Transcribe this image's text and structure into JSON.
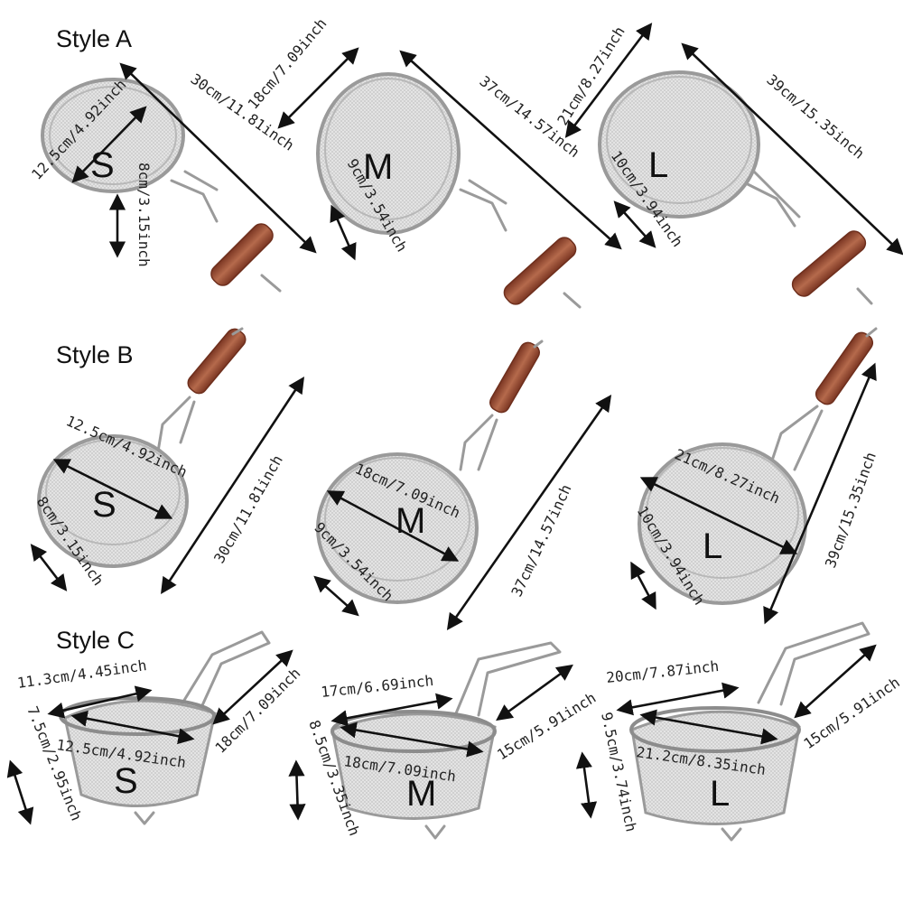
{
  "styles": [
    {
      "label": "Style A"
    },
    {
      "label": "Style B"
    },
    {
      "label": "Style C"
    }
  ],
  "sizes": {
    "small": "S",
    "medium": "M",
    "large": "L"
  },
  "style_a": {
    "small": {
      "diameter": "12.5cm/4.92inch",
      "depth": "8cm/3.15inch",
      "length": "30cm/11.81inch"
    },
    "medium": {
      "diameter": "18cm/7.09inch",
      "depth": "9cm/3.54inch",
      "length": "37cm/14.57inch"
    },
    "large": {
      "diameter": "21cm/8.27inch",
      "depth": "10cm/3.94inch",
      "length": "39cm/15.35inch"
    }
  },
  "style_b": {
    "small": {
      "diameter": "12.5cm/4.92inch",
      "depth": "8cm/3.15inch",
      "length": "30cm/11.81inch"
    },
    "medium": {
      "diameter": "18cm/7.09inch",
      "depth": "9cm/3.54inch",
      "length": "37cm/14.57inch"
    },
    "large": {
      "diameter": "21cm/8.27inch",
      "depth": "10cm/3.94inch",
      "length": "39cm/15.35inch"
    }
  },
  "style_c": {
    "small": {
      "top_width": "11.3cm/4.45inch",
      "diameter": "12.5cm/4.92inch",
      "depth": "7.5cm/2.95inch",
      "handle": "18cm/7.09inch"
    },
    "medium": {
      "top_width": "17cm/6.69inch",
      "diameter": "18cm/7.09inch",
      "depth": "8.5cm/3.35inch",
      "handle": "15cm/5.91inch"
    },
    "large": {
      "top_width": "20cm/7.87inch",
      "diameter": "21.2cm/8.35inch",
      "depth": "9.5cm/3.74inch",
      "handle": "15cm/5.91inch"
    }
  },
  "colors": {
    "steel": "#c9c9c9",
    "mesh": "#e4e4e4",
    "wood": "#a0523a",
    "text": "#111111"
  }
}
